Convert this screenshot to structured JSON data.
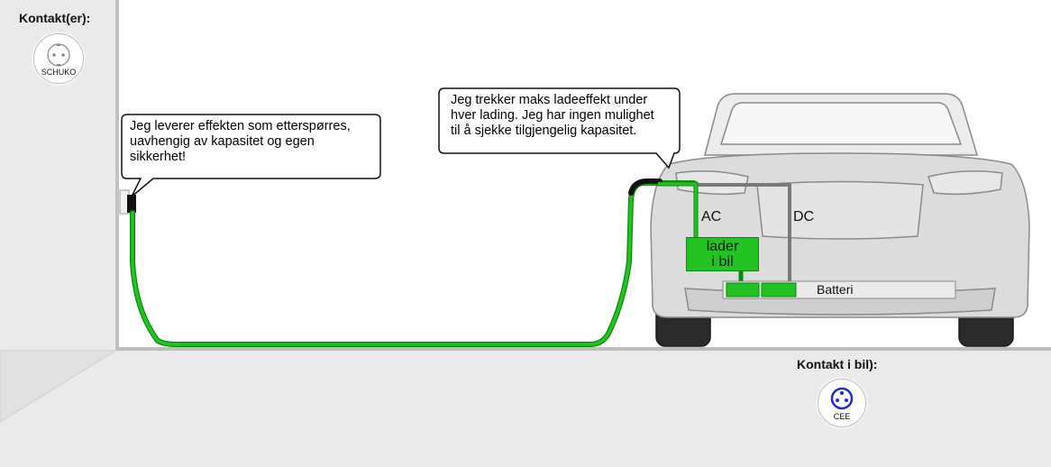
{
  "headings": {
    "sockets": "Kontakt(er):",
    "car_socket": "Kontakt i bil):"
  },
  "icons": {
    "schuko": {
      "name": "schuko-socket-icon",
      "caption": "SCHUKO"
    },
    "cee": {
      "name": "cee-socket-icon",
      "caption": "CEE"
    }
  },
  "bubbles": {
    "wall": "Jeg leverer effekten som etterspørres,\nuavhengig av kapasitet og egen\nsikkerhet!",
    "car": "Jeg trekker maks ladeeffekt under\nhver lading. Jeg har ingen mulighet\ntil å sjekke tilgjengelig kapasitet."
  },
  "car_parts": {
    "ac_label": "AC",
    "dc_label": "DC",
    "charger_label": "lader\ni bil",
    "battery_label": "Batteri"
  },
  "colors": {
    "cable_green": "#22c322",
    "cable_dark": "#0a8a0a",
    "wall_gray": "#e8e8e8",
    "floor_gray": "#ececec",
    "car_gray": "#d9d9d9",
    "dc_line_gray": "#7a7a7a"
  }
}
